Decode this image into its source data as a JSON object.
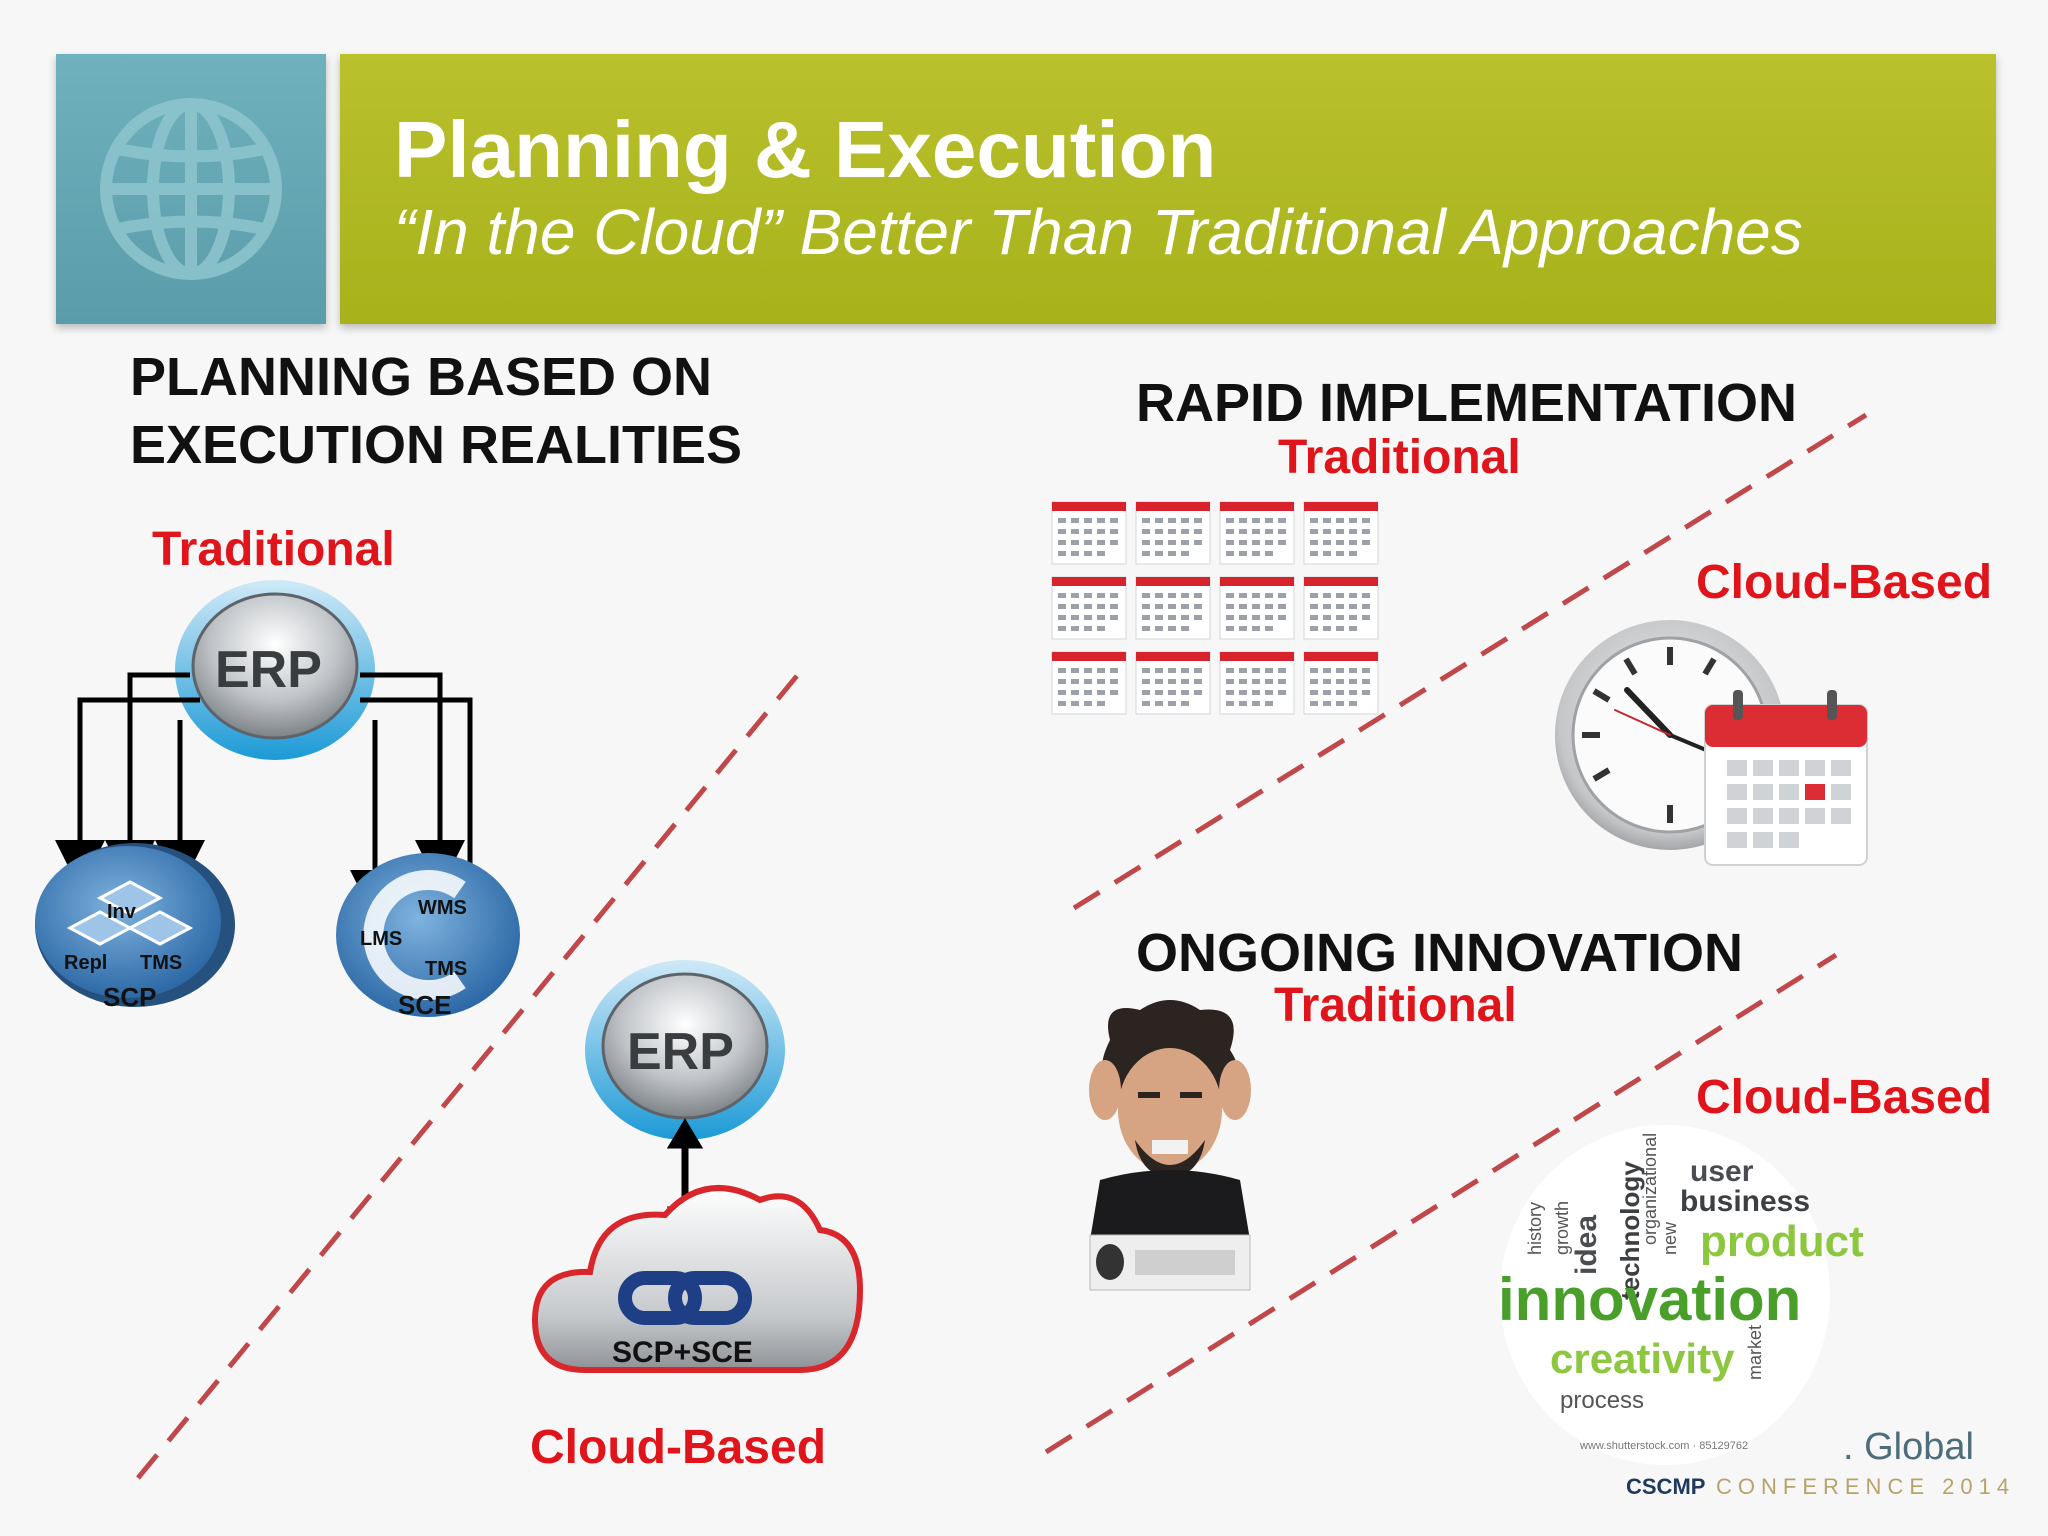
{
  "header": {
    "title": "Planning & Execution",
    "subtitle": "“In the Cloud” Better Than Traditional Approaches"
  },
  "left": {
    "heading_line1": "PLANNING BASED ON",
    "heading_line2": "EXECUTION REALITIES",
    "traditional_label": "Traditional",
    "erp_label": "ERP",
    "scp": {
      "name": "SCP",
      "items": [
        "Inv",
        "Repl",
        "TMS"
      ]
    },
    "sce": {
      "name": "SCE",
      "items": [
        "LMS",
        "WMS",
        "TMS"
      ]
    },
    "cloud_erp_label": "ERP",
    "cloud_box_label": "SCP+SCE",
    "cloud_based_label": "Cloud-Based"
  },
  "rapid": {
    "heading": "RAPID IMPLEMENTATION",
    "traditional_label": "Traditional",
    "cloud_based_label": "Cloud-Based"
  },
  "innovation": {
    "heading": "ONGOING INNOVATION",
    "traditional_label": "Traditional",
    "cloud_based_label": "Cloud-Based",
    "word_cloud": {
      "main": "innovation",
      "secondary": [
        "creativity",
        "idea",
        "technology",
        "product",
        "market",
        "business",
        "process",
        "growth",
        "history",
        "user",
        "organizational",
        "new"
      ],
      "credit": "www.shutterstock.com · 85129762"
    }
  },
  "footer": {
    "brand_top": ". Global",
    "brand_org": "CSCMP",
    "brand_event": "CONFERENCE 2014"
  },
  "colors": {
    "title_band": "#abb41f",
    "globe_box": "#62a6b2",
    "red": "#e0141b",
    "divider": "#c0474a"
  }
}
